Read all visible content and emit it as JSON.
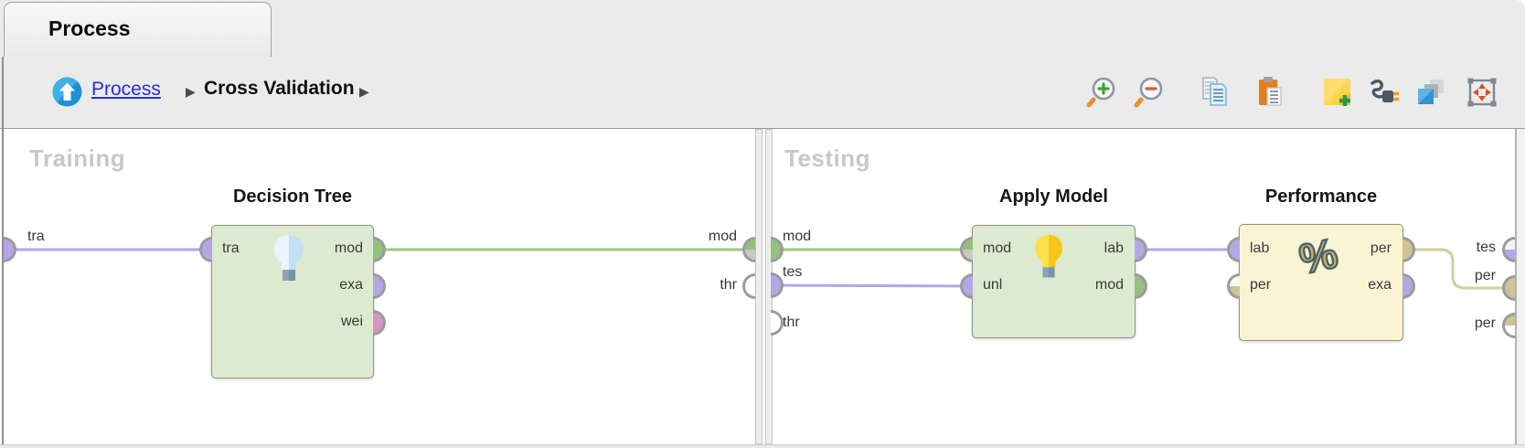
{
  "tab": {
    "title": "Process"
  },
  "breadcrumb": {
    "home": "Process",
    "current": "Cross Validation",
    "separator": "▶"
  },
  "toolbar": {
    "icons": [
      "zoom-in",
      "zoom-out",
      "copy",
      "paste",
      "add-note",
      "auto-wire",
      "arrange-operators",
      "fit-to-view"
    ]
  },
  "panels": {
    "training": {
      "label": "Training"
    },
    "testing": {
      "label": "Testing"
    }
  },
  "ports": {
    "wall_tra": "tra",
    "divider_left": [
      "mod",
      "thr"
    ],
    "divider_right": [
      "mod",
      "tes",
      "thr"
    ],
    "wall_right": [
      "tes",
      "per",
      "per"
    ]
  },
  "operators": {
    "decision_tree": {
      "title": "Decision Tree",
      "inputs": [
        "tra"
      ],
      "outputs": [
        "mod",
        "exa",
        "wei"
      ],
      "icon": "lightbulb"
    },
    "apply_model": {
      "title": "Apply Model",
      "inputs": [
        "mod",
        "unl"
      ],
      "outputs": [
        "lab",
        "mod"
      ],
      "icon": "lightbulb"
    },
    "performance": {
      "title": "Performance",
      "inputs": [
        "lab",
        "per"
      ],
      "outputs": [
        "per",
        "exa"
      ],
      "icon": "percent"
    }
  },
  "theme": {
    "header_bg": "#ebebeb",
    "canvas_bg": "#ffffff",
    "operator_green": "#dcead0",
    "operator_yellow": "#faf4d2",
    "port_purple": "#b5a6e5",
    "port_green": "#94c17c",
    "port_pink": "#d795c2",
    "port_tan": "#cfc394",
    "wire_green": "#9dc787",
    "wire_purple": "#b5a6e5",
    "wire_tan": "#d6cb9d",
    "panel_label_color": "#c8c8c8",
    "link_color": "#2b2be2"
  }
}
